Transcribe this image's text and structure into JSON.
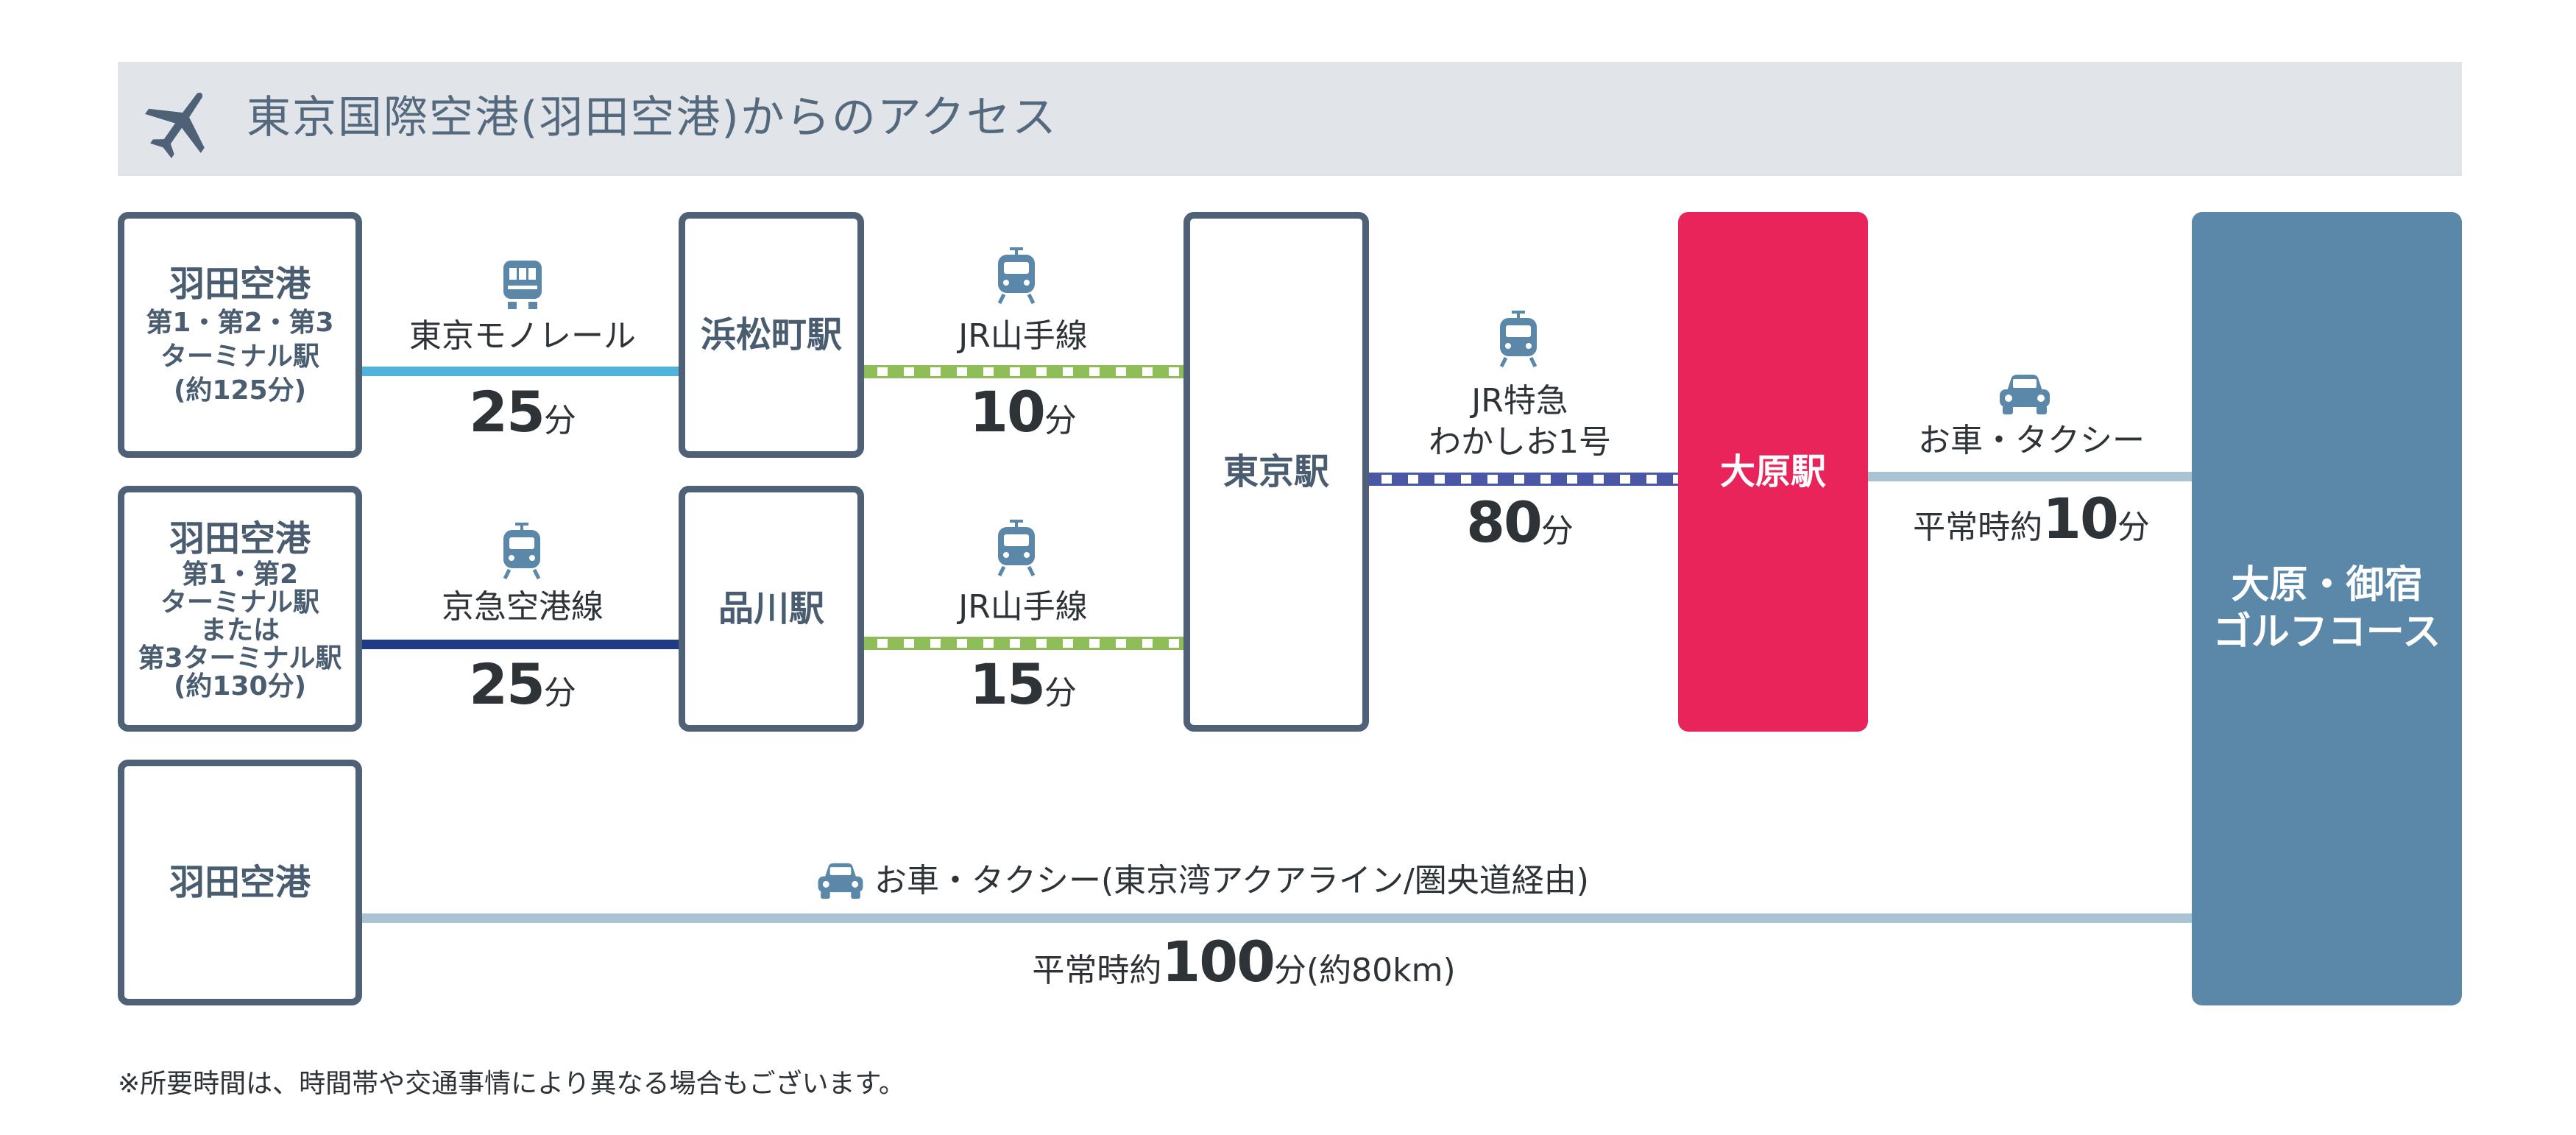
{
  "header": {
    "title": "東京国際空港(羽田空港)からのアクセス"
  },
  "boxes": {
    "haneda_a": {
      "name": "羽田空港",
      "l1": "第1・第2・第3",
      "l2": "ターミナル駅",
      "l3": "(約125分)"
    },
    "haneda_b": {
      "name": "羽田空港",
      "l1": "第1・第2",
      "l2": "ターミナル駅",
      "l3": "または",
      "l4": "第3ターミナル駅",
      "l5": "(約130分)"
    },
    "haneda_c": {
      "name": "羽田空港"
    },
    "hamamatsucho": "浜松町駅",
    "shinagawa": "品川駅",
    "tokyo": "東京駅",
    "ohara": "大原駅",
    "golf": {
      "l1": "大原・御宿",
      "l2": "ゴルフコース"
    }
  },
  "routes": {
    "monorail": {
      "label": "東京モノレール",
      "num": "25",
      "unit": "分",
      "color": "#4fb3dc"
    },
    "keikyu": {
      "label": "京急空港線",
      "num": "25",
      "unit": "分",
      "color": "#1f3b86"
    },
    "yamanote1": {
      "label": "JR山手線",
      "num": "10",
      "unit": "分",
      "color": "#8fbd58"
    },
    "yamanote2": {
      "label": "JR山手線",
      "num": "15",
      "unit": "分",
      "color": "#8fbd58"
    },
    "wakashio": {
      "label1": "JR特急",
      "label2": "わかしお1号",
      "num": "80",
      "unit": "分",
      "color": "#4a57a6"
    },
    "car_short": {
      "label": "お車・タクシー",
      "prefix": "平常時約",
      "num": "10",
      "unit": "分",
      "color": "#a9c3d3"
    },
    "car_long": {
      "label": "お車・タクシー(東京湾アクアライン/圏央道経由)",
      "prefix": "平常時約",
      "num": "100",
      "unit": "分(約80km)",
      "color": "#a9c3d3"
    }
  },
  "colors": {
    "box_border": "#4e6177",
    "ohara_fill": "#e8245a",
    "golf_fill": "#5b87a8",
    "header_bg": "#e1e5ea",
    "icon": "#5b87a8"
  },
  "note": "※所要時間は、時間帯や交通事情により異なる場合もございます。"
}
